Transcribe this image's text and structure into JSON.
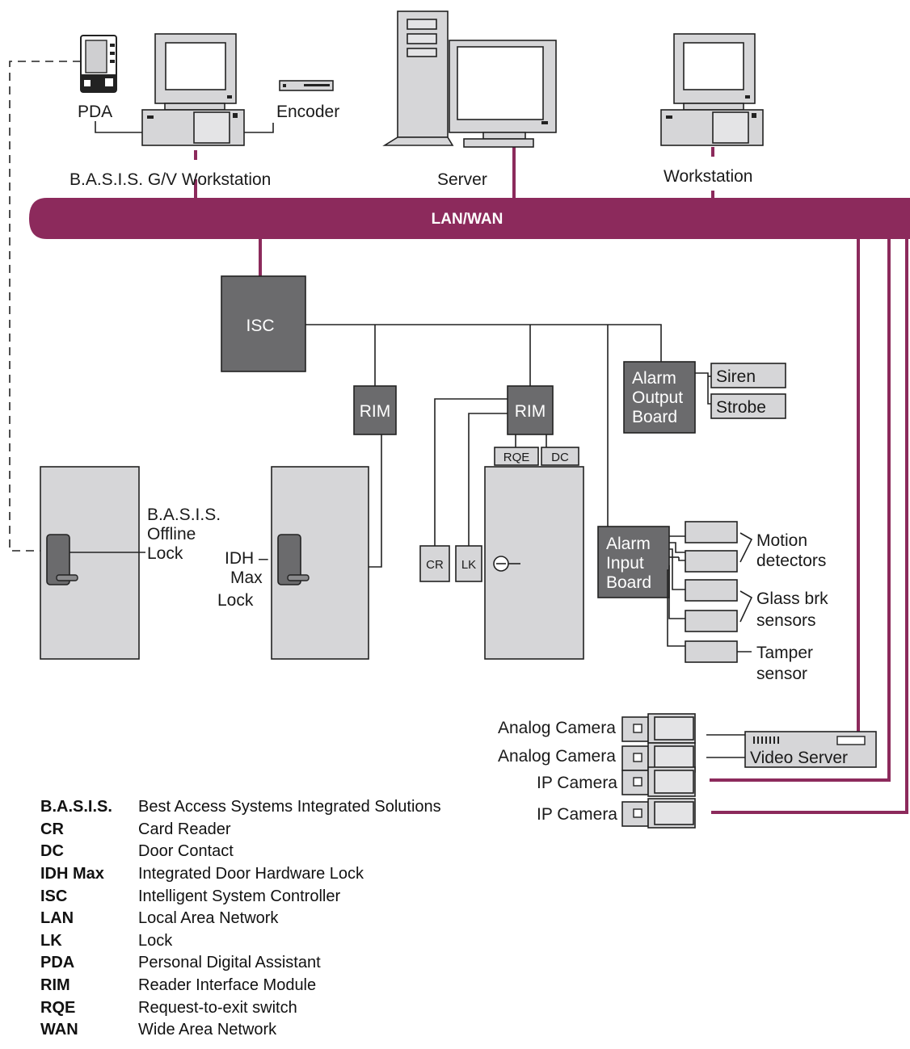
{
  "labels": {
    "pda": "PDA",
    "encoder": "Encoder",
    "gv_workstation": "B.A.S.I.S. G/V Workstation",
    "server": "Server",
    "workstation": "Workstation",
    "lan_wan": "LAN/WAN",
    "isc": "ISC",
    "rim": "RIM",
    "alarm_output_board": [
      "Alarm",
      "Output",
      "Board"
    ],
    "siren": "Siren",
    "strobe": "Strobe",
    "rqe": "RQE",
    "dc": "DC",
    "cr": "CR",
    "lk": "LK",
    "offline_lock": [
      "B.A.S.I.S.",
      "Offline",
      "Lock"
    ],
    "idh_lock": [
      "IDH –",
      "Max",
      "Lock"
    ],
    "alarm_input_board": [
      "Alarm",
      "Input",
      "Board"
    ],
    "motion_detectors": [
      "Motion",
      "detectors"
    ],
    "glass_sensors": [
      "Glass brk",
      "sensors"
    ],
    "tamper_sensor": [
      "Tamper",
      "sensor"
    ],
    "analog_camera": "Analog Camera",
    "ip_camera": "IP Camera",
    "video_server": "Video Server"
  },
  "legend": [
    {
      "abbr": "B.A.S.I.S.",
      "definition": "Best Access Systems Integrated Solutions"
    },
    {
      "abbr": "CR",
      "definition": "Card Reader"
    },
    {
      "abbr": "DC",
      "definition": "Door Contact"
    },
    {
      "abbr": "IDH Max",
      "definition": "Integrated Door Hardware Lock"
    },
    {
      "abbr": "ISC",
      "definition": "Intelligent System Controller"
    },
    {
      "abbr": "LAN",
      "definition": "Local Area Network"
    },
    {
      "abbr": "LK",
      "definition": "Lock"
    },
    {
      "abbr": "PDA",
      "definition": "Personal Digital Assistant"
    },
    {
      "abbr": "RIM",
      "definition": "Reader Interface Module"
    },
    {
      "abbr": "RQE",
      "definition": "Request-to-exit switch"
    },
    {
      "abbr": "WAN",
      "definition": "Wide Area Network"
    }
  ],
  "colors": {
    "network": "#8c2a5c",
    "device_fill": "#d6d6d8",
    "module_fill": "#6b6b6d"
  },
  "icons": [
    "pda-icon",
    "encoder-icon",
    "workstation-icon",
    "server-tower-icon",
    "monitor-icon",
    "door-icon",
    "door-lever-icon",
    "camera-icon",
    "video-server-icon"
  ]
}
